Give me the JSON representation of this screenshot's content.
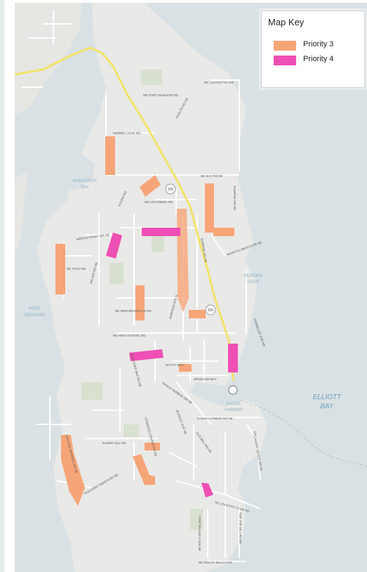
{
  "legend": {
    "title": "Map Key",
    "items": [
      {
        "label": "Priority 3",
        "color": "#f6a578"
      },
      {
        "label": "Priority 4",
        "color": "#ee4fb4"
      }
    ]
  },
  "water_labels": {
    "manzanita": [
      "MANZANITA",
      "BAY"
    ],
    "port_orchard": [
      "PORT",
      "ORCHARD"
    ],
    "murden": [
      "MURDEN",
      "COVE"
    ],
    "eagle": [
      "EAGLE",
      "HARBOR"
    ],
    "elliott": [
      "ELLIOTT",
      "BAY"
    ]
  },
  "road_labels": {
    "lafayette": "NE LAFAYETTE AVE",
    "port_madison": "NE PORT MADISON RD",
    "hidden_cove": "HIDDEN COVE RD",
    "phelps": "PHELPS RD NE",
    "bay_rd": "NE BAY RD NE",
    "sunrise": "SUNRISE DR NE",
    "sr305_north": "305",
    "sr305_south": "305",
    "day_rd": "NE LOVGREEN RD",
    "koura": "KOURA RD",
    "arrow_point": "ARROW POINT DR NE",
    "tolo": "NE TOLO RD",
    "miller": "MILLER RD NE",
    "manitou": "MANITOU BEACH DR NE",
    "new_brooklyn": "NE NEW BROOKLYN RD",
    "high_school": "NE HIGH SCHOOL RD",
    "madison": "MADISON AVE N",
    "ferncliff": "FERNCLIFF AVE NE",
    "wyatt": "WYATT WAY",
    "winslow": "WINSLOW WAY",
    "fletcher": "FLETCHER BAY RD NE",
    "eagle_harbor": "EAGLE HARBOR DR NE",
    "blakely": "BLAKELY AVE NE",
    "baker_hill": "BAKER HILL RD",
    "lynwood": "LYNWOOD CENTER RD NE",
    "old_mill": "OLD MILL RD NE",
    "rockaway": "ROCKAWAY BEACH RD NE",
    "crystal_springs": "CRYSTAL SPRINGS DR NE",
    "pleasant_beach": "PLEASANT BEACH DR NE",
    "country_club": "NE COUNTRY CLUB RD",
    "south_beach": "NE SOUTH BEACH DR",
    "port_blakely": "PORT BLAKELY AVE NE",
    "toe_jam": "TOE JAM HILL RD NE"
  }
}
